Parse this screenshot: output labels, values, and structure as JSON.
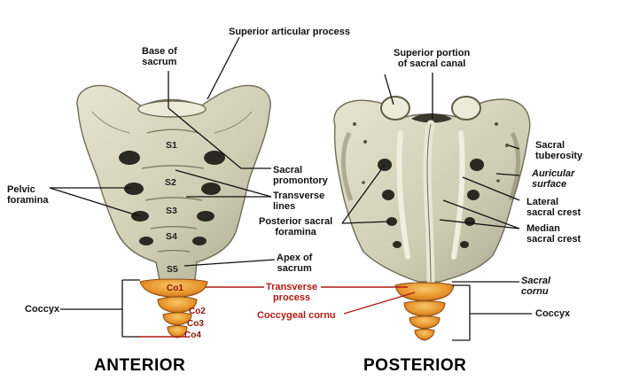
{
  "labels": {
    "superior_articular_process": "Superior articular process",
    "base_of_sacrum": "Base of\nsacrum",
    "superior_portion_canal": "Superior portion\nof sacral canal",
    "sacral_tuberosity": "Sacral\ntuberosity",
    "auricular_surface": "Auricular\nsurface",
    "lateral_sacral_crest": "Lateral\nsacral crest",
    "median_sacral_crest": "Median\nsacral crest",
    "sacral_promontory": "Sacral\npromontory",
    "transverse_lines": "Transverse\nlines",
    "posterior_sacral_foramina": "Posterior sacral\nforamina",
    "pelvic_foramina": "Pelvic\nforamina",
    "apex_of_sacrum": "Apex of\nsacrum",
    "transverse_process": "Transverse\nprocess",
    "sacral_cornu": "Sacral\ncornu",
    "coccygeal_cornu": "Coccygeal cornu",
    "coccyx_left": "Coccyx",
    "coccyx_right": "Coccyx"
  },
  "vertebrae": {
    "s1": "S1",
    "s2": "S2",
    "s3": "S3",
    "s4": "S4",
    "s5": "S5",
    "co1": "Co1",
    "co2": "Co2",
    "co3": "Co3",
    "co4": "Co4"
  },
  "views": {
    "anterior": "ANTERIOR",
    "posterior": "POSTERIOR"
  },
  "colors": {
    "bone": "#d9d6bd",
    "bone_shade": "#9c9a80",
    "coccyx": "#e89a2a",
    "label_red": "#b01a12"
  }
}
